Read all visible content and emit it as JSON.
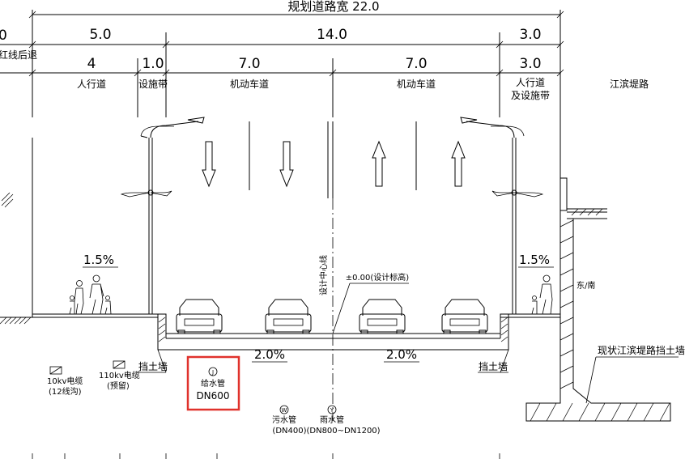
{
  "header": {
    "total_width_label": "规划道路宽 22.0",
    "left_cut_char": "0",
    "left_setback_label": "红线后退"
  },
  "dimensions": {
    "row1": [
      "5.0",
      "14.0",
      "3.0"
    ],
    "row2": [
      "4",
      "1.0",
      "7.0",
      "7.0",
      "3.0"
    ]
  },
  "zones": {
    "sidewalk_left": "人行道",
    "facility_belt_left": "设施带",
    "motor_lane_left": "机动车道",
    "motor_lane_right": "机动车道",
    "sidewalk_right_line1": "人行道",
    "sidewalk_right_line2": "及设施带",
    "embankment_road": "江滨堤路"
  },
  "slopes": {
    "sidewalk_left": "1.5%",
    "sidewalk_right": "1.5%",
    "road_left": "2.0%",
    "road_right": "2.0%"
  },
  "centerline": {
    "label": "设计中心线",
    "elevation_label": "±0.00(设计标高)"
  },
  "walls": {
    "retaining_left": "挡土墙",
    "retaining_right": "挡土墙",
    "existing_wall": "现状江滨堤路挡土墙",
    "direction": "东/南"
  },
  "utilities": {
    "cable_10kv_line1": "10kv电缆",
    "cable_10kv_line2": "(12线沟)",
    "cable_110kv_line1": "110kv电缆",
    "cable_110kv_line2": "(预留)",
    "water_pipe_symbol": "J",
    "water_pipe_label": "给水管",
    "water_pipe_size": "DN600",
    "sewage_symbol": "W",
    "sewage_label": "污水管",
    "rain_symbol": "Y",
    "rain_label": "雨水管",
    "pipe_sizes": "(DN400)(DN800~DN1200)"
  },
  "colors": {
    "line": "#000000",
    "highlight": "#e0322c",
    "background": "#ffffff"
  }
}
